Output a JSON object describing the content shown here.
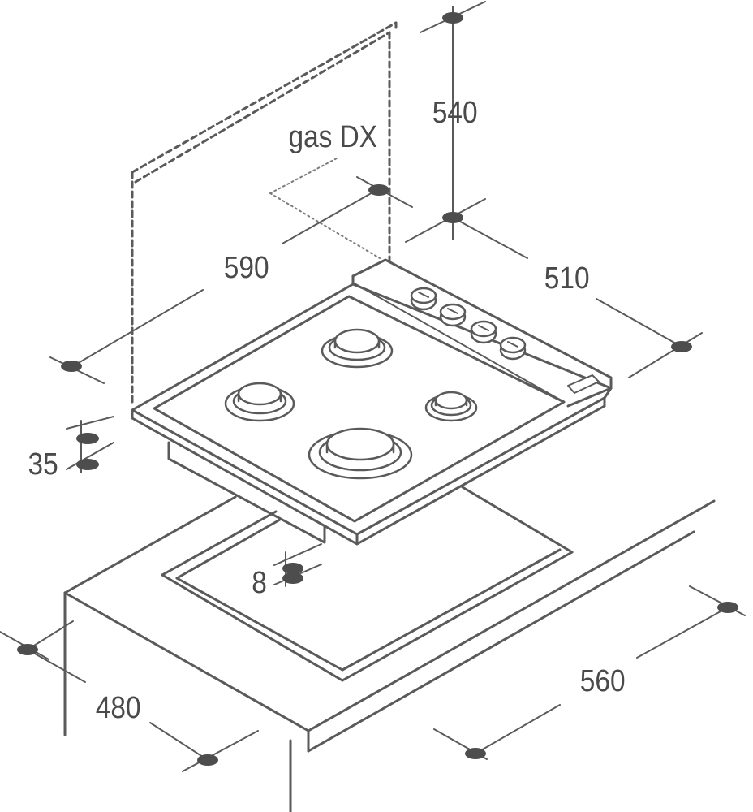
{
  "colors": {
    "stroke": "#5a5a5a",
    "text": "#4a4a4a",
    "dot": "#4d4d4d",
    "background": "#ffffff"
  },
  "labels": {
    "gas": "gas DX",
    "dim_540": "540",
    "dim_590": "590",
    "dim_510": "510",
    "dim_35": "35",
    "dim_8": "8",
    "dim_480": "480",
    "dim_560": "560"
  }
}
